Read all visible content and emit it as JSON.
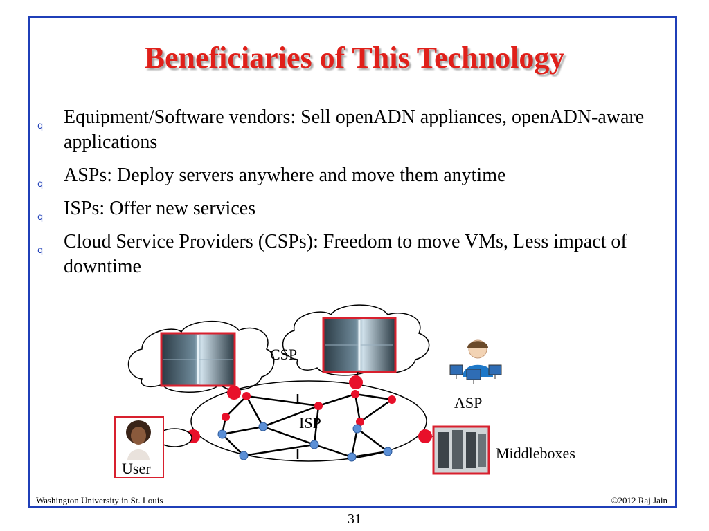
{
  "slide": {
    "title": "Beneficiaries of This Technology",
    "bullets": [
      {
        "text": "Equipment/Software vendors: Sell openADN appliances, openADN-aware applications"
      },
      {
        "text": "ASPs: Deploy servers anywhere and move them anytime"
      },
      {
        "text": "ISPs: Offer new services"
      },
      {
        "text": "Cloud Service Providers (CSPs): Freedom to move VMs, Less impact of downtime"
      }
    ],
    "bullet_marker": "q",
    "bullet_icon": "square-bullet-icon"
  },
  "diagram": {
    "labels": {
      "csp": "CSP",
      "isp": "ISP",
      "asp": "ASP",
      "user": "User",
      "middleboxes": "Middleboxes"
    },
    "colors": {
      "red_node": "#e8102a",
      "blue_node": "#5b8fd6",
      "frame_red": "#d8202e",
      "accent_blue": "#1f3fb8",
      "title_red": "#e0201a"
    }
  },
  "footer": {
    "left": "Washington University in St. Louis",
    "right": "©2012 Raj Jain",
    "page_number": "31"
  }
}
